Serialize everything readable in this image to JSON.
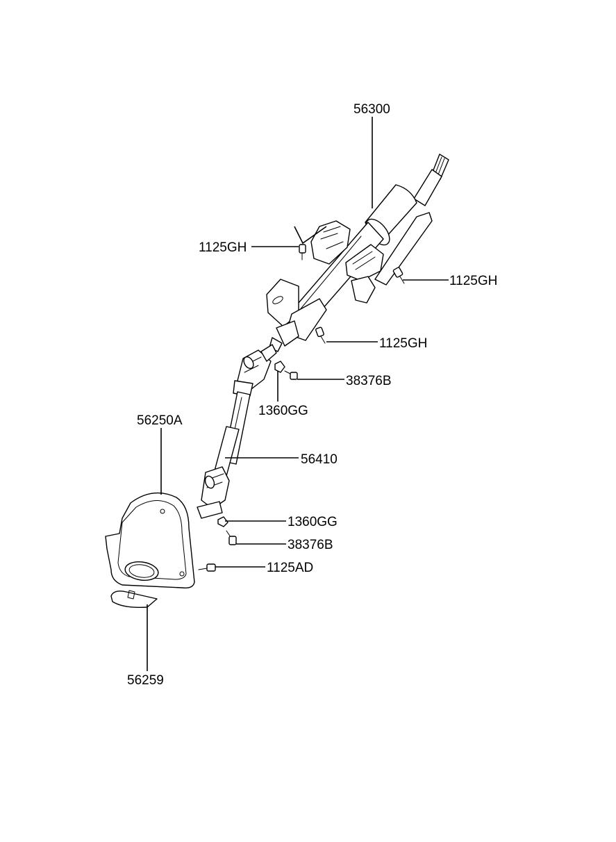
{
  "callouts": {
    "steering_column": "56300",
    "bolt_left_upper": "1125GH",
    "bolt_right": "1125GH",
    "bolt_mid": "1125GH",
    "bolt_joint_upper": "38376B",
    "nut_joint_upper": "1360GG",
    "intermediate_shaft": "56410",
    "column_cover": "56250A",
    "nut_joint_lower": "1360GG",
    "bolt_joint_lower": "38376B",
    "bolt_cover": "1125AD",
    "clip": "56259"
  }
}
